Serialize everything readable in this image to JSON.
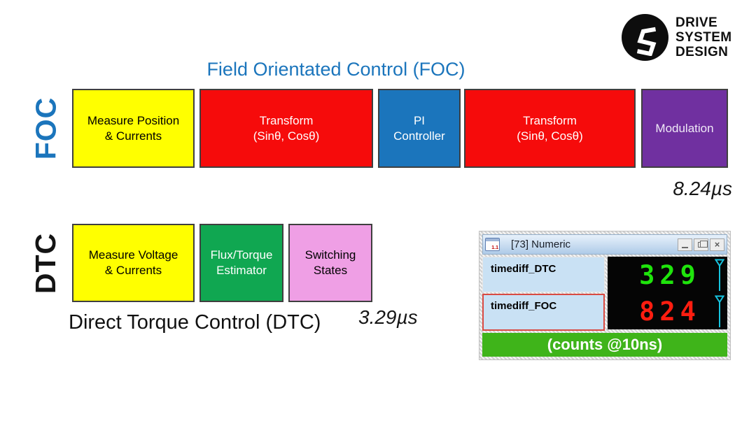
{
  "logo": {
    "line1": "DRIVE",
    "line2": "SYSTEM",
    "line3": "DESIGN"
  },
  "foc": {
    "title": "Field Orientated Control (FOC)",
    "row_label": "FOC",
    "time_label": "8.24µs",
    "blocks": [
      {
        "lines": [
          "Measure Position",
          "& Currents"
        ],
        "bg": "#FFFF00",
        "fg": "#000000"
      },
      {
        "lines": [
          "Transform",
          "(Sinθ, Cosθ)"
        ],
        "bg": "#F60B0B",
        "fg": "#FFFFFF"
      },
      {
        "lines": [
          "PI",
          "Controller"
        ],
        "bg": "#1B75BC",
        "fg": "#FFFFFF"
      },
      {
        "lines": [
          "Transform",
          "(Sinθ, Cosθ)"
        ],
        "bg": "#F60B0B",
        "fg": "#FFFFFF"
      },
      {
        "lines": [
          "Modulation"
        ],
        "bg": "#7030A0",
        "fg": "#F0E9F7"
      }
    ]
  },
  "dtc": {
    "caption": "Direct Torque Control (DTC)",
    "row_label": "DTC",
    "time_label": "3.29µs",
    "blocks": [
      {
        "lines": [
          "Measure Voltage",
          "& Currents"
        ],
        "bg": "#FFFF00",
        "fg": "#000000"
      },
      {
        "lines": [
          "Flux/Torque",
          "Estimator"
        ],
        "bg": "#10A751",
        "fg": "#FFFFFF"
      },
      {
        "lines": [
          "Switching",
          "States"
        ],
        "bg": "#EF9FE5",
        "fg": "#000000"
      }
    ]
  },
  "numeric_window": {
    "title": "[73] Numeric",
    "icon_label": "1.1",
    "minimize_label": "",
    "close_label": "×",
    "rows": [
      {
        "label": "timediff_DTC",
        "value": "329",
        "value_color": "#1FE40C",
        "selected": false
      },
      {
        "label": "timediff_FOC",
        "value": "824",
        "value_color": "#FF1D10",
        "selected": true
      }
    ],
    "footer": "(counts @10ns)",
    "footer_bg": "#3FB41A",
    "panel_bg": "#C9E1F4",
    "selected_border": "#D94A42",
    "needle_color": "#17C3DE"
  },
  "colors": {
    "title_blue": "#1B75BC",
    "foc_label_color": "#1B75BC",
    "dtc_label_color": "#141414",
    "block_border": "#3F3F3F"
  }
}
